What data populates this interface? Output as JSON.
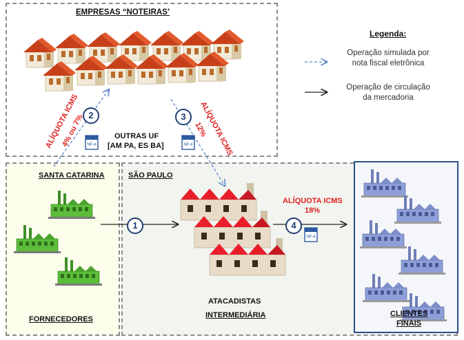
{
  "regions": {
    "noteiras": "EMPRESAS “NOTEIRAS’",
    "santa_catarina": "SANTA CATARINA",
    "sao_paulo": "SÃO PAULO",
    "outras_uf_line1": "OUTRAS UF",
    "outras_uf_line2": "[AM PA, ES BA]"
  },
  "legend": {
    "title": "Legenda:",
    "dashed_line1": "Operação simulada por",
    "dashed_line2": "nota fiscal eletrônica",
    "solid_line1": "Operação de circulação",
    "solid_line2": "da mercadoria"
  },
  "aliquotas": {
    "a2_line1": "ALÍQUOTA ICMS",
    "a2_line2": "4% ou 7%",
    "a3_line1": "ALÍQUOTA ICMS",
    "a3_line2": "12%",
    "a4_line1": "ALÍQUOTA ICMS",
    "a4_line2": "18%"
  },
  "steps": [
    "1",
    "2",
    "3",
    "4"
  ],
  "nfe_label": "NF-e",
  "actors": {
    "fornecedores": "FORNECEDORES",
    "atacadistas_line1": "ATACADISTAS",
    "atacadistas_line2": "INTERMEDIÁRIA",
    "clientes_line1": "CLIENTES",
    "clientes_line2": "FINAIS"
  },
  "colors": {
    "dashed_arrow": "#5b86c5",
    "solid_arrow": "#222222",
    "aliquota_red": "#e02020",
    "step_circle": "#1f3c73",
    "sc_bg": "#fdfdec",
    "sp_bg": "#f2f4ef",
    "clientes_border": "#2b4f8a"
  }
}
